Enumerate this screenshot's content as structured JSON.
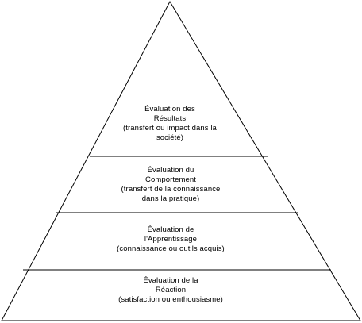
{
  "diagram": {
    "levels": [
      {
        "id": "results",
        "lines": [
          "Évaluation des",
          "Résultats",
          "(transfert ou impact dans la",
          "société)"
        ]
      },
      {
        "id": "behavior",
        "lines": [
          "Évaluation du",
          "Comportement",
          "(transfert de la connaissance",
          "dans la pratique)"
        ]
      },
      {
        "id": "learning",
        "lines": [
          "Évaluation de",
          "l'Apprentissage",
          "(connaissance ou outils acquis)"
        ]
      },
      {
        "id": "reaction",
        "lines": [
          "Évaluation de la",
          "Réaction",
          "(satisfaction ou enthousiasme)"
        ]
      }
    ],
    "colors": {
      "stroke": "#000000",
      "fill": "#ffffff",
      "text": "#000000"
    }
  }
}
